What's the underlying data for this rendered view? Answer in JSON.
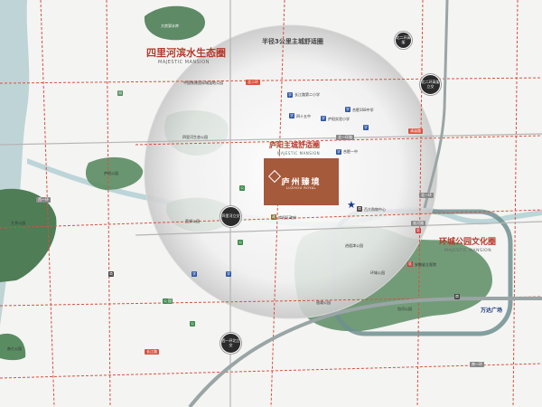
{
  "zones": {
    "river_eco": {
      "title": "四里河滨水生态圈",
      "subtitle": "MAJESTIC MANSION"
    },
    "city_living": {
      "title": "庐阳主城舒适圈",
      "subtitle": "MAJESTIC MANSION"
    },
    "park_culture": {
      "title": "环城公园文化圈",
      "subtitle": "MAJESTIC MANSION"
    }
  },
  "ring_caption": "半径3公里主城舒适圈",
  "project": {
    "name": "庐州臻境",
    "subtitle": "LUZHOU ROYAL"
  },
  "interchanges": [
    {
      "id": "north-ring-n",
      "label": "北二环高架立交"
    },
    {
      "id": "north-ring-w",
      "label": "北二环高架"
    },
    {
      "id": "sili-river",
      "label": "四里河立交"
    },
    {
      "id": "west-first-ring",
      "label": "西一环北立交"
    }
  ],
  "roads": {
    "north_second_ring": "北二环",
    "first_ring_north": "北一环路",
    "first_ring_east": "北一环",
    "west_first_ring": "西一环",
    "qingxi_road": "清溪路",
    "changjiang_road": "长江路",
    "huaihe_road": "淮河路",
    "south_first_ring": "南一环"
  },
  "places": {
    "lake": "大房郢水库",
    "sili_park": "四里河生态公园",
    "luyang_park": "庐阳公园",
    "west_park": "西郊公园",
    "wetland": "中国铁建国际城湿地公园",
    "jiuhua_park": "九华公园",
    "nanqi": "南七公园",
    "chaohu": "环城公园",
    "xiaoyaojin": "逍遥津公园",
    "baohe": "包河公园",
    "yintan": "银滩公园",
    "wanda": "万达广场",
    "hospital": "安徽省立医院",
    "school1": "合肥一中",
    "school2": "长江路第二小学",
    "school3": "四十五中",
    "school4": "庐阳实验小学",
    "school5": "合肥168中学",
    "mall": "百大购物中心",
    "gov": "庐阳区政府"
  },
  "markers": {
    "edu": "学",
    "hos": "医",
    "shop": "商",
    "bus": "公",
    "gov": "政",
    "park": "园"
  }
}
